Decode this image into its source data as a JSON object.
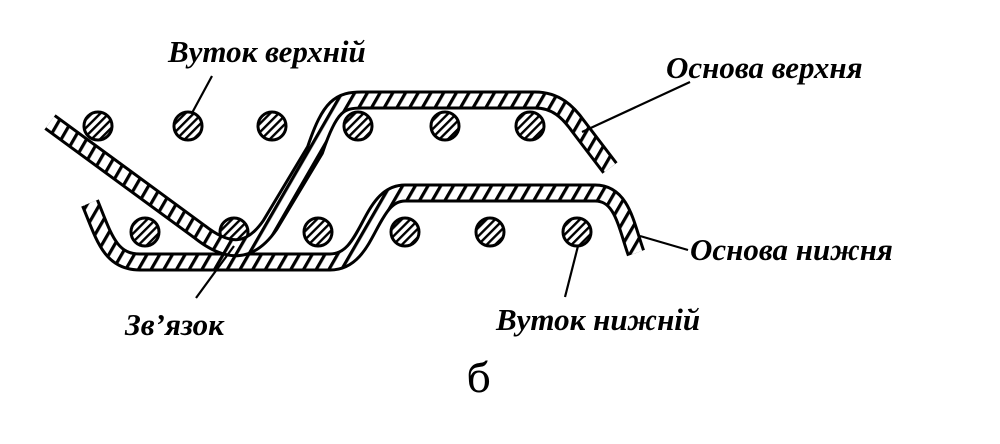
{
  "labels": {
    "weft_upper": "Вуток верхній",
    "warp_upper": "Основа верхня",
    "warp_lower": "Основа нижня",
    "weft_lower": "Вуток нижній",
    "binding": "Зв’язок",
    "figure_letter": "б"
  },
  "colors": {
    "ink": "#000000",
    "background": "#ffffff"
  }
}
